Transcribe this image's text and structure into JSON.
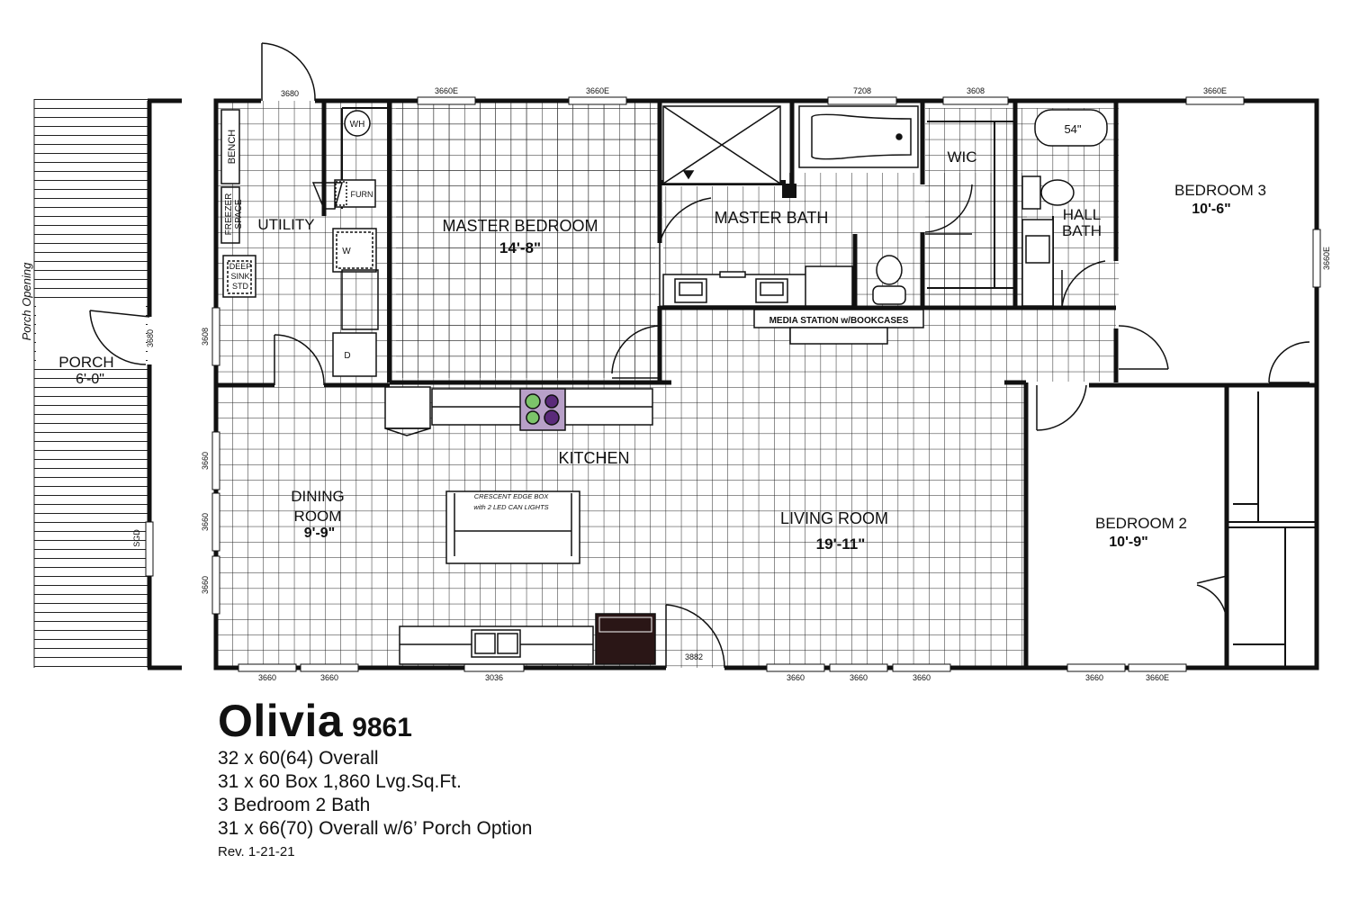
{
  "rooms": {
    "utility": "UTILITY",
    "bench": "BENCH",
    "freezer_space": [
      "FREEZER",
      "SPACE"
    ],
    "deep_sink": [
      "DEEP",
      "SINK",
      "STD"
    ],
    "water_heater": "WH",
    "furnace": "FURN",
    "washer": "W",
    "dryer": "D",
    "master_bedroom": {
      "name": "MASTER BEDROOM",
      "dim": "14'-8\""
    },
    "master_bath": "MASTER BATH",
    "wic": "WIC",
    "hall_bath": [
      "HALL",
      "BATH"
    ],
    "tub_size": "54\"",
    "bedroom3": {
      "name": "BEDROOM 3",
      "dim": "10'-6\""
    },
    "media_station": "MEDIA STATION w/BOOKCASES",
    "kitchen": "KITCHEN",
    "dining": {
      "name": [
        "DINING",
        "ROOM"
      ],
      "dim": "9'-9\""
    },
    "island": [
      "CRESCENT EDGE BOX",
      "with 2 LED CAN LIGHTS"
    ],
    "living_room": {
      "name": "LIVING ROOM",
      "dim": "19'-11\""
    },
    "bedroom2": {
      "name": "BEDROOM 2",
      "dim": "10'-9\""
    },
    "porch": {
      "name": "PORCH",
      "dim": "6'-0\""
    },
    "porch_opening": "Porch Opening",
    "sgd": "SGD"
  },
  "window_labels": {
    "top": [
      "3680",
      "3660E",
      "3660E",
      "7208",
      "3608",
      "3660E"
    ],
    "bottom": [
      "3660",
      "3660",
      "3036",
      "3882",
      "3660",
      "3660",
      "3660",
      "3660",
      "3660E"
    ],
    "left": [
      "3608",
      "3660",
      "3660",
      "3660"
    ],
    "right": [
      "3660E"
    ],
    "porch_door": "3680"
  },
  "title": {
    "name": "Olivia",
    "number": "9861",
    "specs": [
      "32 x 60(64) Overall",
      "31 x 60 Box  1,860 Lvg.Sq.Ft.",
      "3 Bedroom  2 Bath",
      "31 x 66(70) Overall w/6’ Porch Option"
    ],
    "revision": "Rev. 1-21-21"
  }
}
